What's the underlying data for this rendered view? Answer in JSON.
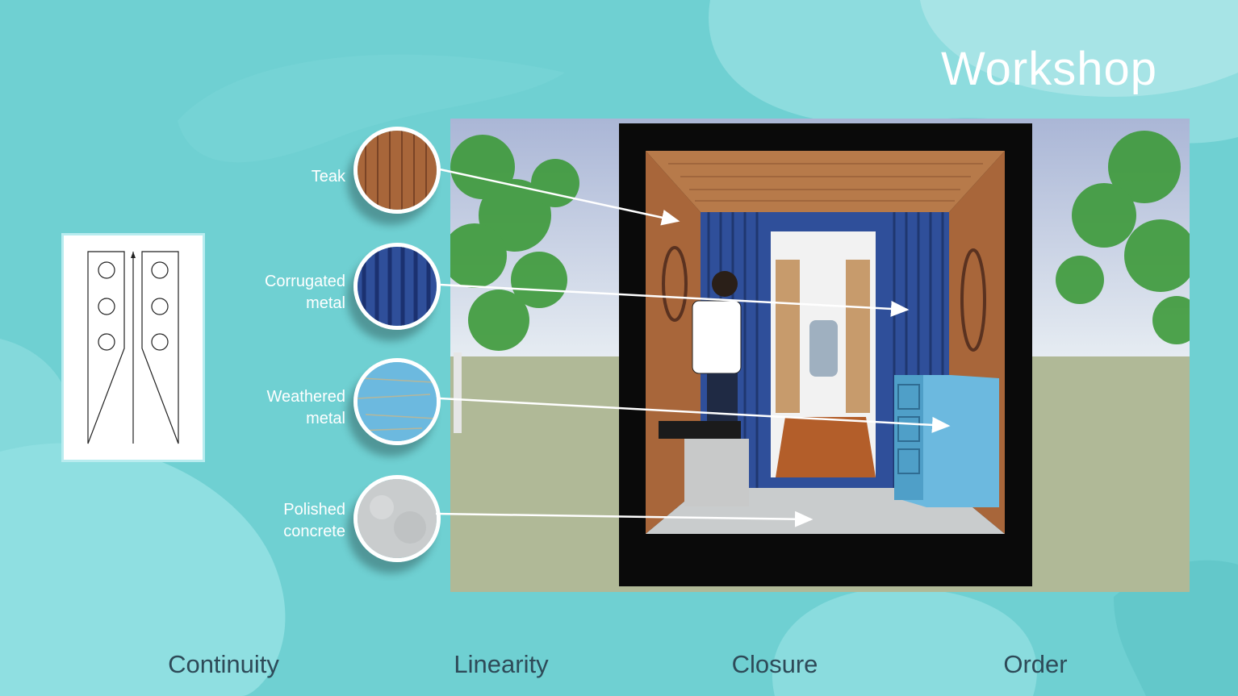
{
  "title": "Workshop",
  "materials": [
    {
      "label": "Teak",
      "icon": "teak-swatch"
    },
    {
      "label": "Corrugated\nmetal",
      "icon": "corrugated-metal-swatch"
    },
    {
      "label": "Weathered\nmetal",
      "icon": "weathered-metal-swatch"
    },
    {
      "label": "Polished\nconcrete",
      "icon": "polished-concrete-swatch"
    }
  ],
  "principles": [
    "Continuity",
    "Linearity",
    "Closure",
    "Order"
  ],
  "colors": {
    "background": "#6fd0d2",
    "teak": "#a8663a",
    "corrugated": "#2f4f9a",
    "weathered": "#6cb9df",
    "concrete": "#c9cccd"
  }
}
